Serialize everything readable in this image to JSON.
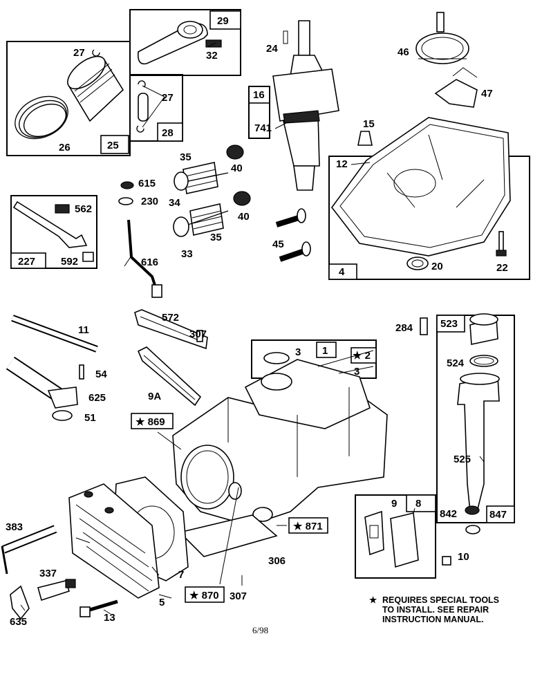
{
  "diagram": {
    "footer_code": "6/98",
    "note": {
      "star": "★",
      "lines": [
        "REQUIRES SPECIAL TOOLS",
        "TO INSTALL.  SEE REPAIR",
        "INSTRUCTION MANUAL."
      ]
    },
    "assemblies": [
      {
        "id": "29",
        "label": "29"
      },
      {
        "id": "25",
        "label": "25"
      },
      {
        "id": "28",
        "label": "28"
      },
      {
        "id": "16",
        "label": "16"
      },
      {
        "id": "4",
        "label": "4"
      },
      {
        "id": "227",
        "label": "227"
      },
      {
        "id": "1",
        "label": "1"
      },
      {
        "id": "2",
        "label": "★ 2"
      },
      {
        "id": "869",
        "label": "★ 869"
      },
      {
        "id": "871",
        "label": "★ 871"
      },
      {
        "id": "870",
        "label": "★ 870"
      },
      {
        "id": "523",
        "label": "523"
      },
      {
        "id": "847",
        "label": "847"
      },
      {
        "id": "8",
        "label": "8"
      }
    ],
    "callouts": {
      "c24": "24",
      "c27a": "27",
      "c32": "32",
      "c27b": "27",
      "c26": "26",
      "c46": "46",
      "c47": "47",
      "c741": "741",
      "c15": "15",
      "c12": "12",
      "c35a": "35",
      "c40a": "40",
      "c615": "615",
      "c230": "230",
      "c34": "34",
      "c40b": "40",
      "c35b": "35",
      "c33": "33",
      "c562": "562",
      "c592": "592",
      "c616": "616",
      "c45": "45",
      "c20": "20",
      "c22": "22",
      "c11": "11",
      "c572": "572",
      "c307a": "307",
      "c284": "284",
      "c3a": "3",
      "c3b": "3",
      "c54": "54",
      "c625": "625",
      "c9a": "9A",
      "c524": "524",
      "c51": "51",
      "c525": "525",
      "c383": "383",
      "c9": "9",
      "c842": "842",
      "c10": "10",
      "c7": "7",
      "c306": "306",
      "c337": "337",
      "c307b": "307",
      "c5": "5",
      "c13": "13",
      "c635": "635"
    }
  }
}
